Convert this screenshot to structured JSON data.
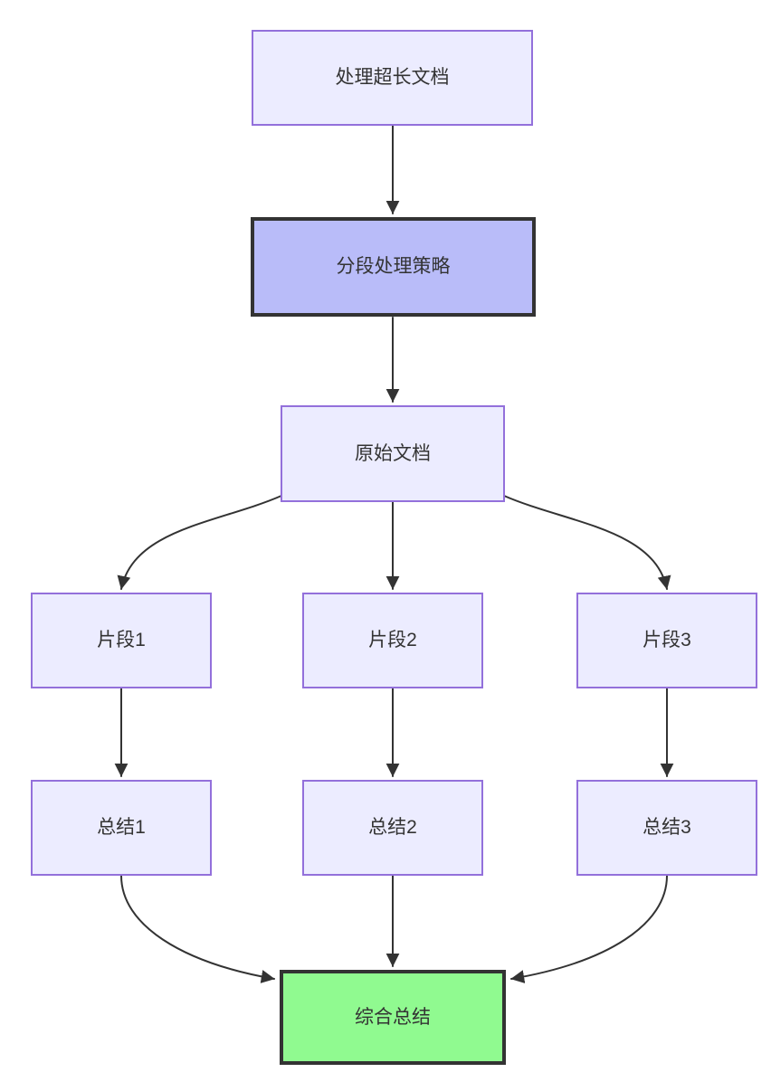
{
  "diagram": {
    "type": "flowchart",
    "direction": "top-down"
  },
  "colors": {
    "background": "#FFFFFF",
    "node_fill": "#ECECFF",
    "node_border": "#9370DB",
    "emphasis_fill": "#B9BCF9",
    "emphasis_border": "#333333",
    "success_fill": "#90FA90",
    "success_border": "#333333",
    "edge_line": "#333333",
    "text": "#333333"
  },
  "nodes": {
    "A": {
      "label": "处理超长文档",
      "style": "default"
    },
    "B": {
      "label": "分段处理策略",
      "style": "emphasis"
    },
    "C": {
      "label": "原始文档",
      "style": "default"
    },
    "D1": {
      "label": "片段1",
      "style": "default"
    },
    "D2": {
      "label": "片段2",
      "style": "default"
    },
    "D3": {
      "label": "片段3",
      "style": "default"
    },
    "E1": {
      "label": "总结1",
      "style": "default"
    },
    "E2": {
      "label": "总结2",
      "style": "default"
    },
    "E3": {
      "label": "总结3",
      "style": "default"
    },
    "F": {
      "label": "综合总结",
      "style": "success"
    }
  },
  "edges": [
    {
      "from": "A",
      "to": "B"
    },
    {
      "from": "B",
      "to": "C"
    },
    {
      "from": "C",
      "to": "D1"
    },
    {
      "from": "C",
      "to": "D2"
    },
    {
      "from": "C",
      "to": "D3"
    },
    {
      "from": "D1",
      "to": "E1"
    },
    {
      "from": "D2",
      "to": "E2"
    },
    {
      "from": "D3",
      "to": "E3"
    },
    {
      "from": "E1",
      "to": "F"
    },
    {
      "from": "E2",
      "to": "F"
    },
    {
      "from": "E3",
      "to": "F"
    }
  ]
}
